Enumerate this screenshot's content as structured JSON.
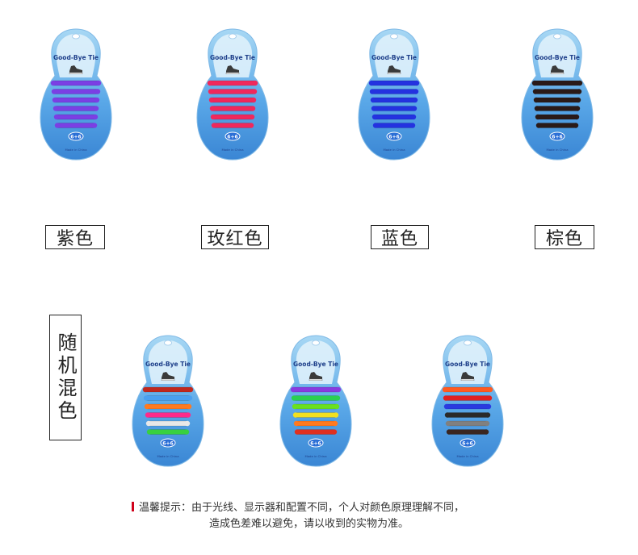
{
  "brand": "Good-Bye Tie",
  "badge": "6+6",
  "made_in": "Made in China",
  "products": [
    {
      "color_name": "紫色",
      "laces": [
        "#7b3fe4",
        "#7b3fe4",
        "#7b3fe4",
        "#7b3fe4",
        "#7b3fe4",
        "#7b3fe4"
      ]
    },
    {
      "color_name": "玫红色",
      "laces": [
        "#f0285c",
        "#f0285c",
        "#f0285c",
        "#f0285c",
        "#f0285c",
        "#f0285c"
      ]
    },
    {
      "color_name": "蓝色",
      "laces": [
        "#2432e0",
        "#2432e0",
        "#2432e0",
        "#2432e0",
        "#2432e0",
        "#2432e0"
      ]
    },
    {
      "color_name": "棕色",
      "laces": [
        "#2a1a18",
        "#2a1a18",
        "#2a1a18",
        "#2a1a18",
        "#2a1a18",
        "#2a1a18"
      ]
    },
    {
      "color_name": "",
      "laces": [
        "#c0281e",
        "#4aa0f0",
        "#ff7a20",
        "#ff2a8a",
        "#e8e8e8",
        "#38d040"
      ]
    },
    {
      "color_name": "",
      "laces": [
        "#8a3ae0",
        "#2ad050",
        "#6ae020",
        "#f2e020",
        "#ff7a20",
        "#e03020"
      ]
    },
    {
      "color_name": "",
      "laces": [
        "#ff5a20",
        "#e02020",
        "#2a3ae0",
        "#2a2a2a",
        "#808080",
        "#3a2620"
      ]
    }
  ],
  "random_mix_label": "随机混色",
  "notice": {
    "line1": "温馨提示：由于光线、显示器和配置不同，个人对颜色原理理解不同，",
    "line2": "造成色差难以避免，请以收到的实物为准。"
  }
}
